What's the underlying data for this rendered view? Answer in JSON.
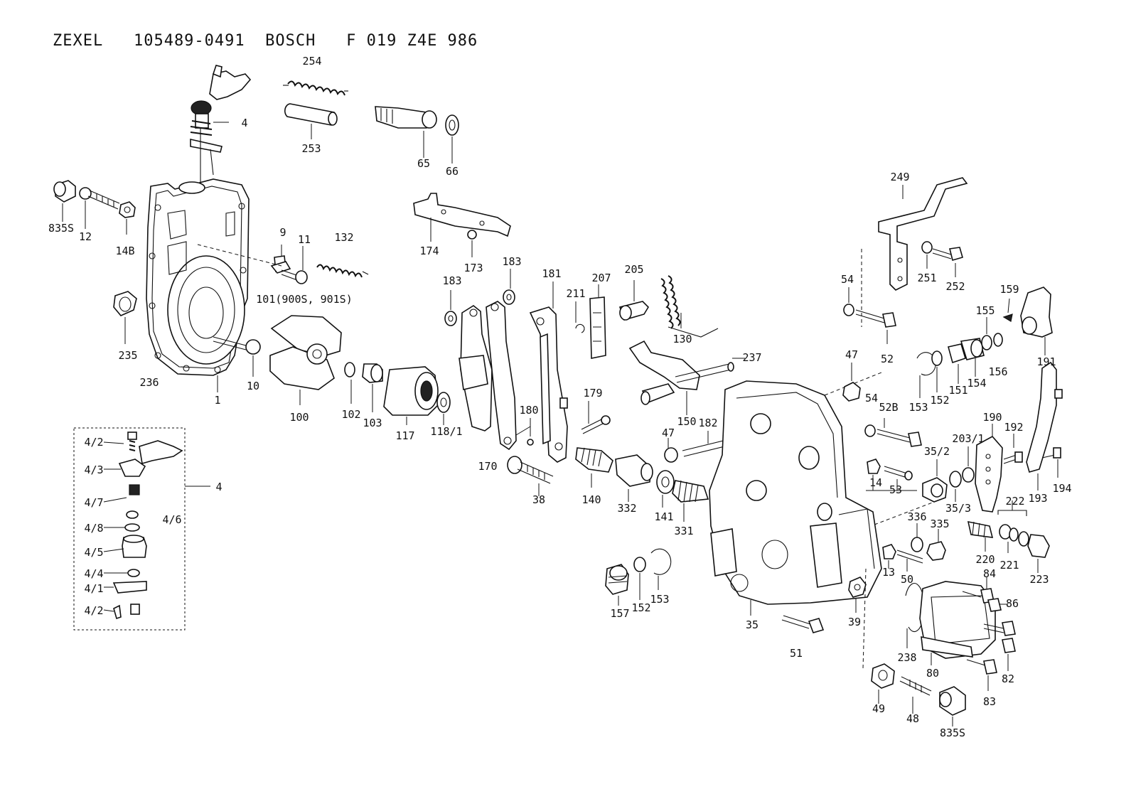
{
  "title": "ZEXEL   105489-0491  BOSCH   F 019 Z4E 986",
  "labels": [
    {
      "id": "l254",
      "text": "254"
    },
    {
      "id": "l4a",
      "text": "4"
    },
    {
      "id": "l253",
      "text": "253"
    },
    {
      "id": "l65",
      "text": "65"
    },
    {
      "id": "l66",
      "text": "66"
    },
    {
      "id": "l835s_a",
      "text": "835S"
    },
    {
      "id": "l12",
      "text": "12"
    },
    {
      "id": "l14b",
      "text": "14B"
    },
    {
      "id": "l9",
      "text": "9"
    },
    {
      "id": "l11",
      "text": "11"
    },
    {
      "id": "l132",
      "text": "132"
    },
    {
      "id": "l101",
      "text": "101(900S, 901S)"
    },
    {
      "id": "l235",
      "text": "235"
    },
    {
      "id": "l236",
      "text": "236"
    },
    {
      "id": "l1",
      "text": "1"
    },
    {
      "id": "l10",
      "text": "10"
    },
    {
      "id": "l100",
      "text": "100"
    },
    {
      "id": "l102",
      "text": "102"
    },
    {
      "id": "l103",
      "text": "103"
    },
    {
      "id": "l117",
      "text": "117"
    },
    {
      "id": "l118_1",
      "text": "118/1"
    },
    {
      "id": "l174",
      "text": "174"
    },
    {
      "id": "l173",
      "text": "173"
    },
    {
      "id": "l183a",
      "text": "183"
    },
    {
      "id": "l183b",
      "text": "183"
    },
    {
      "id": "l181",
      "text": "181"
    },
    {
      "id": "l207",
      "text": "207"
    },
    {
      "id": "l211",
      "text": "211"
    },
    {
      "id": "l205",
      "text": "205"
    },
    {
      "id": "l130",
      "text": "130"
    },
    {
      "id": "l179",
      "text": "179"
    },
    {
      "id": "l180",
      "text": "180"
    },
    {
      "id": "l170",
      "text": "170"
    },
    {
      "id": "l38",
      "text": "38"
    },
    {
      "id": "l140",
      "text": "140"
    },
    {
      "id": "l332",
      "text": "332"
    },
    {
      "id": "l141",
      "text": "141"
    },
    {
      "id": "l331",
      "text": "331"
    },
    {
      "id": "l182",
      "text": "182"
    },
    {
      "id": "l47a",
      "text": "47"
    },
    {
      "id": "l150",
      "text": "150"
    },
    {
      "id": "l237",
      "text": "237"
    },
    {
      "id": "l249",
      "text": "249"
    },
    {
      "id": "l251",
      "text": "251"
    },
    {
      "id": "l252",
      "text": "252"
    },
    {
      "id": "l54a",
      "text": "54"
    },
    {
      "id": "l52",
      "text": "52"
    },
    {
      "id": "l47b",
      "text": "47"
    },
    {
      "id": "l54b",
      "text": "54"
    },
    {
      "id": "l52b",
      "text": "52B"
    },
    {
      "id": "l159",
      "text": "159"
    },
    {
      "id": "l155",
      "text": "155"
    },
    {
      "id": "l191",
      "text": "191"
    },
    {
      "id": "l153a",
      "text": "153"
    },
    {
      "id": "l152a",
      "text": "152"
    },
    {
      "id": "l151",
      "text": "151"
    },
    {
      "id": "l154",
      "text": "154"
    },
    {
      "id": "l156",
      "text": "156"
    },
    {
      "id": "l190",
      "text": "190"
    },
    {
      "id": "l192",
      "text": "192"
    },
    {
      "id": "l203_1",
      "text": "203/1"
    },
    {
      "id": "l35_2",
      "text": "35/2"
    },
    {
      "id": "l14",
      "text": "14"
    },
    {
      "id": "l53",
      "text": "53"
    },
    {
      "id": "l35_3",
      "text": "35/3"
    },
    {
      "id": "l193",
      "text": "193"
    },
    {
      "id": "l194",
      "text": "194"
    },
    {
      "id": "l222",
      "text": "222"
    },
    {
      "id": "l336",
      "text": "336"
    },
    {
      "id": "l335",
      "text": "335"
    },
    {
      "id": "l220",
      "text": "220"
    },
    {
      "id": "l221",
      "text": "221"
    },
    {
      "id": "l223",
      "text": "223"
    },
    {
      "id": "l13",
      "text": "13"
    },
    {
      "id": "l50",
      "text": "50"
    },
    {
      "id": "l84",
      "text": "84"
    },
    {
      "id": "l86",
      "text": "86"
    },
    {
      "id": "l157",
      "text": "157"
    },
    {
      "id": "l152b",
      "text": "152"
    },
    {
      "id": "l153b",
      "text": "153"
    },
    {
      "id": "l35",
      "text": "35"
    },
    {
      "id": "l39",
      "text": "39"
    },
    {
      "id": "l51",
      "text": "51"
    },
    {
      "id": "l238",
      "text": "238"
    },
    {
      "id": "l80",
      "text": "80"
    },
    {
      "id": "l82",
      "text": "82"
    },
    {
      "id": "l83",
      "text": "83"
    },
    {
      "id": "l49",
      "text": "49"
    },
    {
      "id": "l48",
      "text": "48"
    },
    {
      "id": "l835s_b",
      "text": "835S"
    },
    {
      "id": "i4_2a",
      "text": "4/2"
    },
    {
      "id": "i4_3",
      "text": "4/3"
    },
    {
      "id": "i4_7",
      "text": "4/7"
    },
    {
      "id": "i4_8",
      "text": "4/8"
    },
    {
      "id": "i4_5",
      "text": "4/5"
    },
    {
      "id": "i4_4",
      "text": "4/4"
    },
    {
      "id": "i4_1",
      "text": "4/1"
    },
    {
      "id": "i4_2b",
      "text": "4/2"
    },
    {
      "id": "i4_6",
      "text": "4/6"
    },
    {
      "id": "i4",
      "text": "4"
    }
  ]
}
